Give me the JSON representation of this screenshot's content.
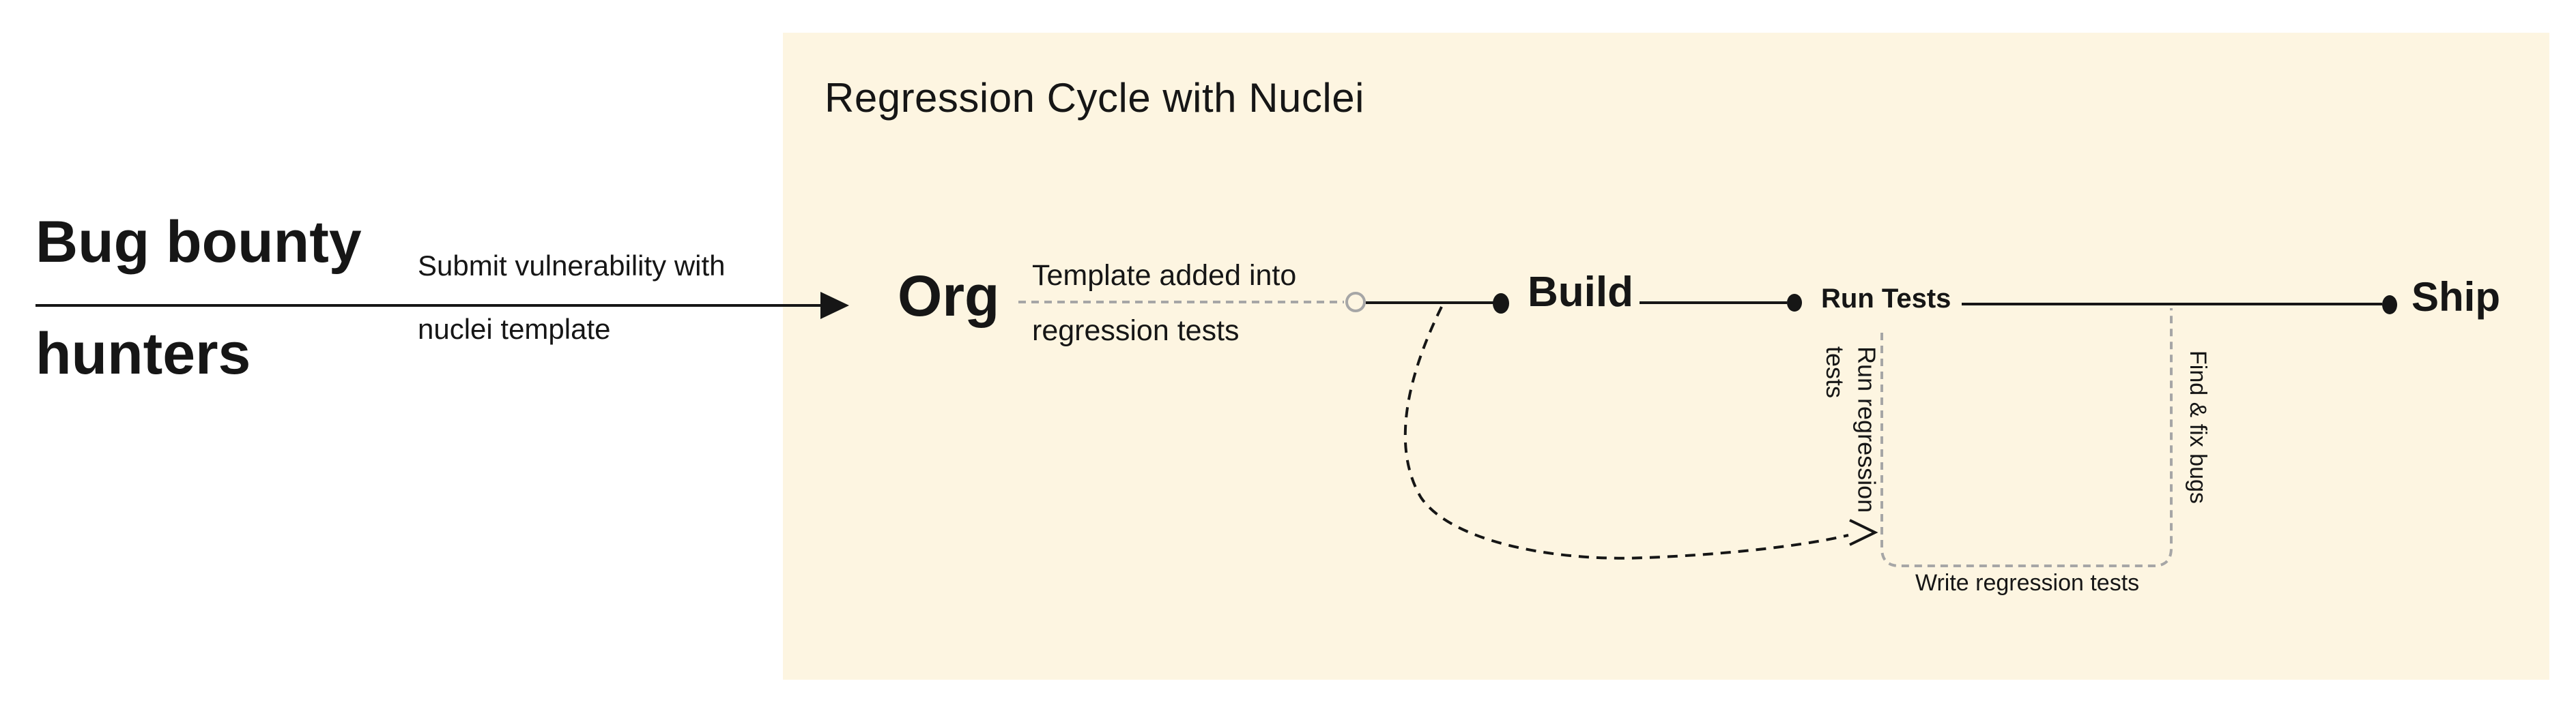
{
  "colors": {
    "background": "#ffffff",
    "panel_fill": "#fdf5e1",
    "ink": "#161616",
    "muted_line": "#a6a6a6"
  },
  "actor": {
    "line1": "Bug bounty",
    "line2": "hunters"
  },
  "submit_arrow": {
    "label_line1": "Submit vulnerability with",
    "label_line2": "nuclei template"
  },
  "panel": {
    "title": "Regression Cycle with Nuclei",
    "org_node": {
      "label": "Org"
    },
    "template_link": {
      "label_line1": "Template added into",
      "label_line2": "regression tests"
    },
    "build_node": {
      "label": "Build"
    },
    "run_tests_node": {
      "label": "Run Tests"
    },
    "ship_node": {
      "label": "Ship"
    },
    "run_regression_label": {
      "line1": "Run regression",
      "line2": "tests"
    },
    "find_fix_label": {
      "label": "Find & fix bugs"
    },
    "write_tests_label": {
      "label": "Write regression tests"
    }
  }
}
